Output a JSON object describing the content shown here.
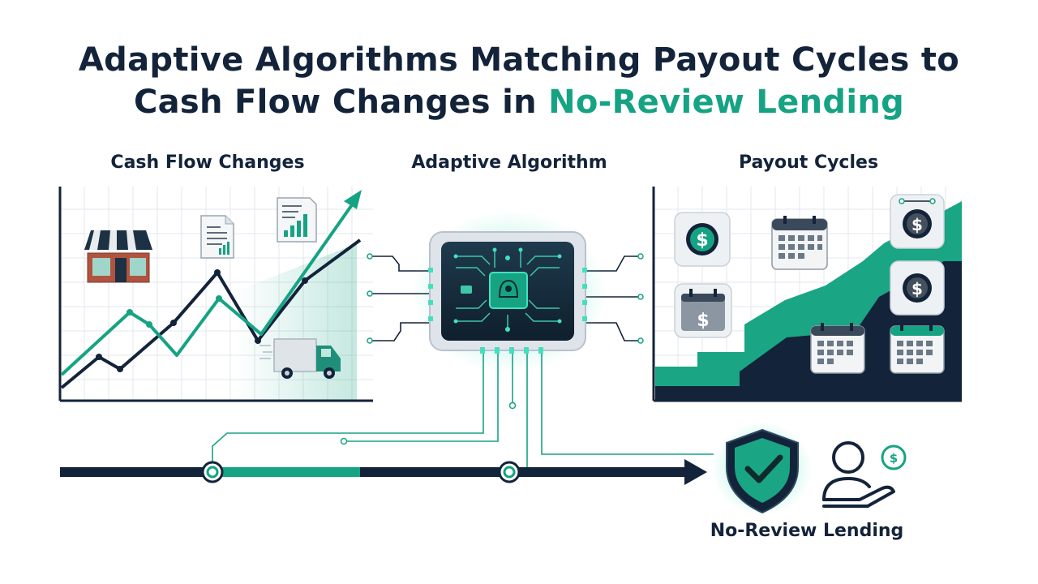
{
  "title": {
    "line1": "Adaptive Algorithms Matching Payout Cycles to",
    "line2_prefix": "Cash Flow Changes in ",
    "line2_accent": "No-Review Lending"
  },
  "sections": {
    "cash_flow": "Cash Flow Changes",
    "algorithm": "Adaptive Algorithm",
    "payout": "Payout Cycles"
  },
  "icons": {
    "cash_flow": [
      "storefront-icon",
      "document-icon",
      "report-chart-icon",
      "delivery-truck-icon"
    ],
    "algorithm": [
      "processor-chip-icon"
    ],
    "payout": [
      "dollar-coin-icon",
      "calendar-icon",
      "calendar-dollar-icon",
      "dollar-coin-icon",
      "calendar-icon"
    ],
    "lending": [
      "shield-check-icon",
      "person-money-icon"
    ]
  },
  "result": {
    "label": "No-Review Lending"
  },
  "colors": {
    "navy": "#13233a",
    "teal": "#16a384",
    "teal_glow": "#43e0bd",
    "grid": "#e3e7ec"
  }
}
